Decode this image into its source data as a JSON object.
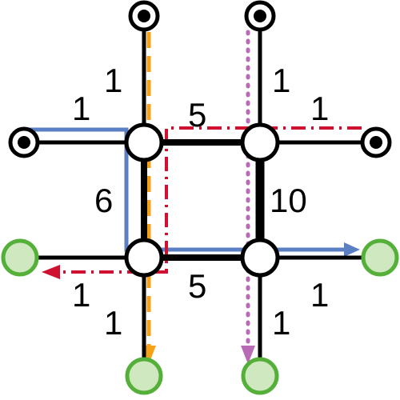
{
  "colors": {
    "edge": "#000000",
    "node_fill": "#ffffff",
    "source_dot": "#000000",
    "sink_fill": "#cfe8c0",
    "sink_stroke": "#55b03a",
    "path_blue": "#5a7fc2",
    "path_orange": "#f5a21b",
    "path_purple": "#b86ab4",
    "path_red": "#d01030"
  },
  "edge_weights": {
    "top_left_vertical": "1",
    "top_right_vertical": "1",
    "left_top_horizontal": "1",
    "right_top_horizontal": "1",
    "top_middle_horizontal": "5",
    "left_middle_vertical": "6",
    "right_middle_vertical": "10",
    "bottom_middle_horizontal": "5",
    "left_bottom_horizontal": "1",
    "right_bottom_horizontal": "1",
    "bottom_left_vertical": "1",
    "bottom_right_vertical": "1"
  },
  "legend": {
    "paths": [
      {
        "id": "blue",
        "style": "solid"
      },
      {
        "id": "orange",
        "style": "dashed"
      },
      {
        "id": "purple",
        "style": "dotted"
      },
      {
        "id": "red",
        "style": "dash-dot"
      }
    ]
  }
}
